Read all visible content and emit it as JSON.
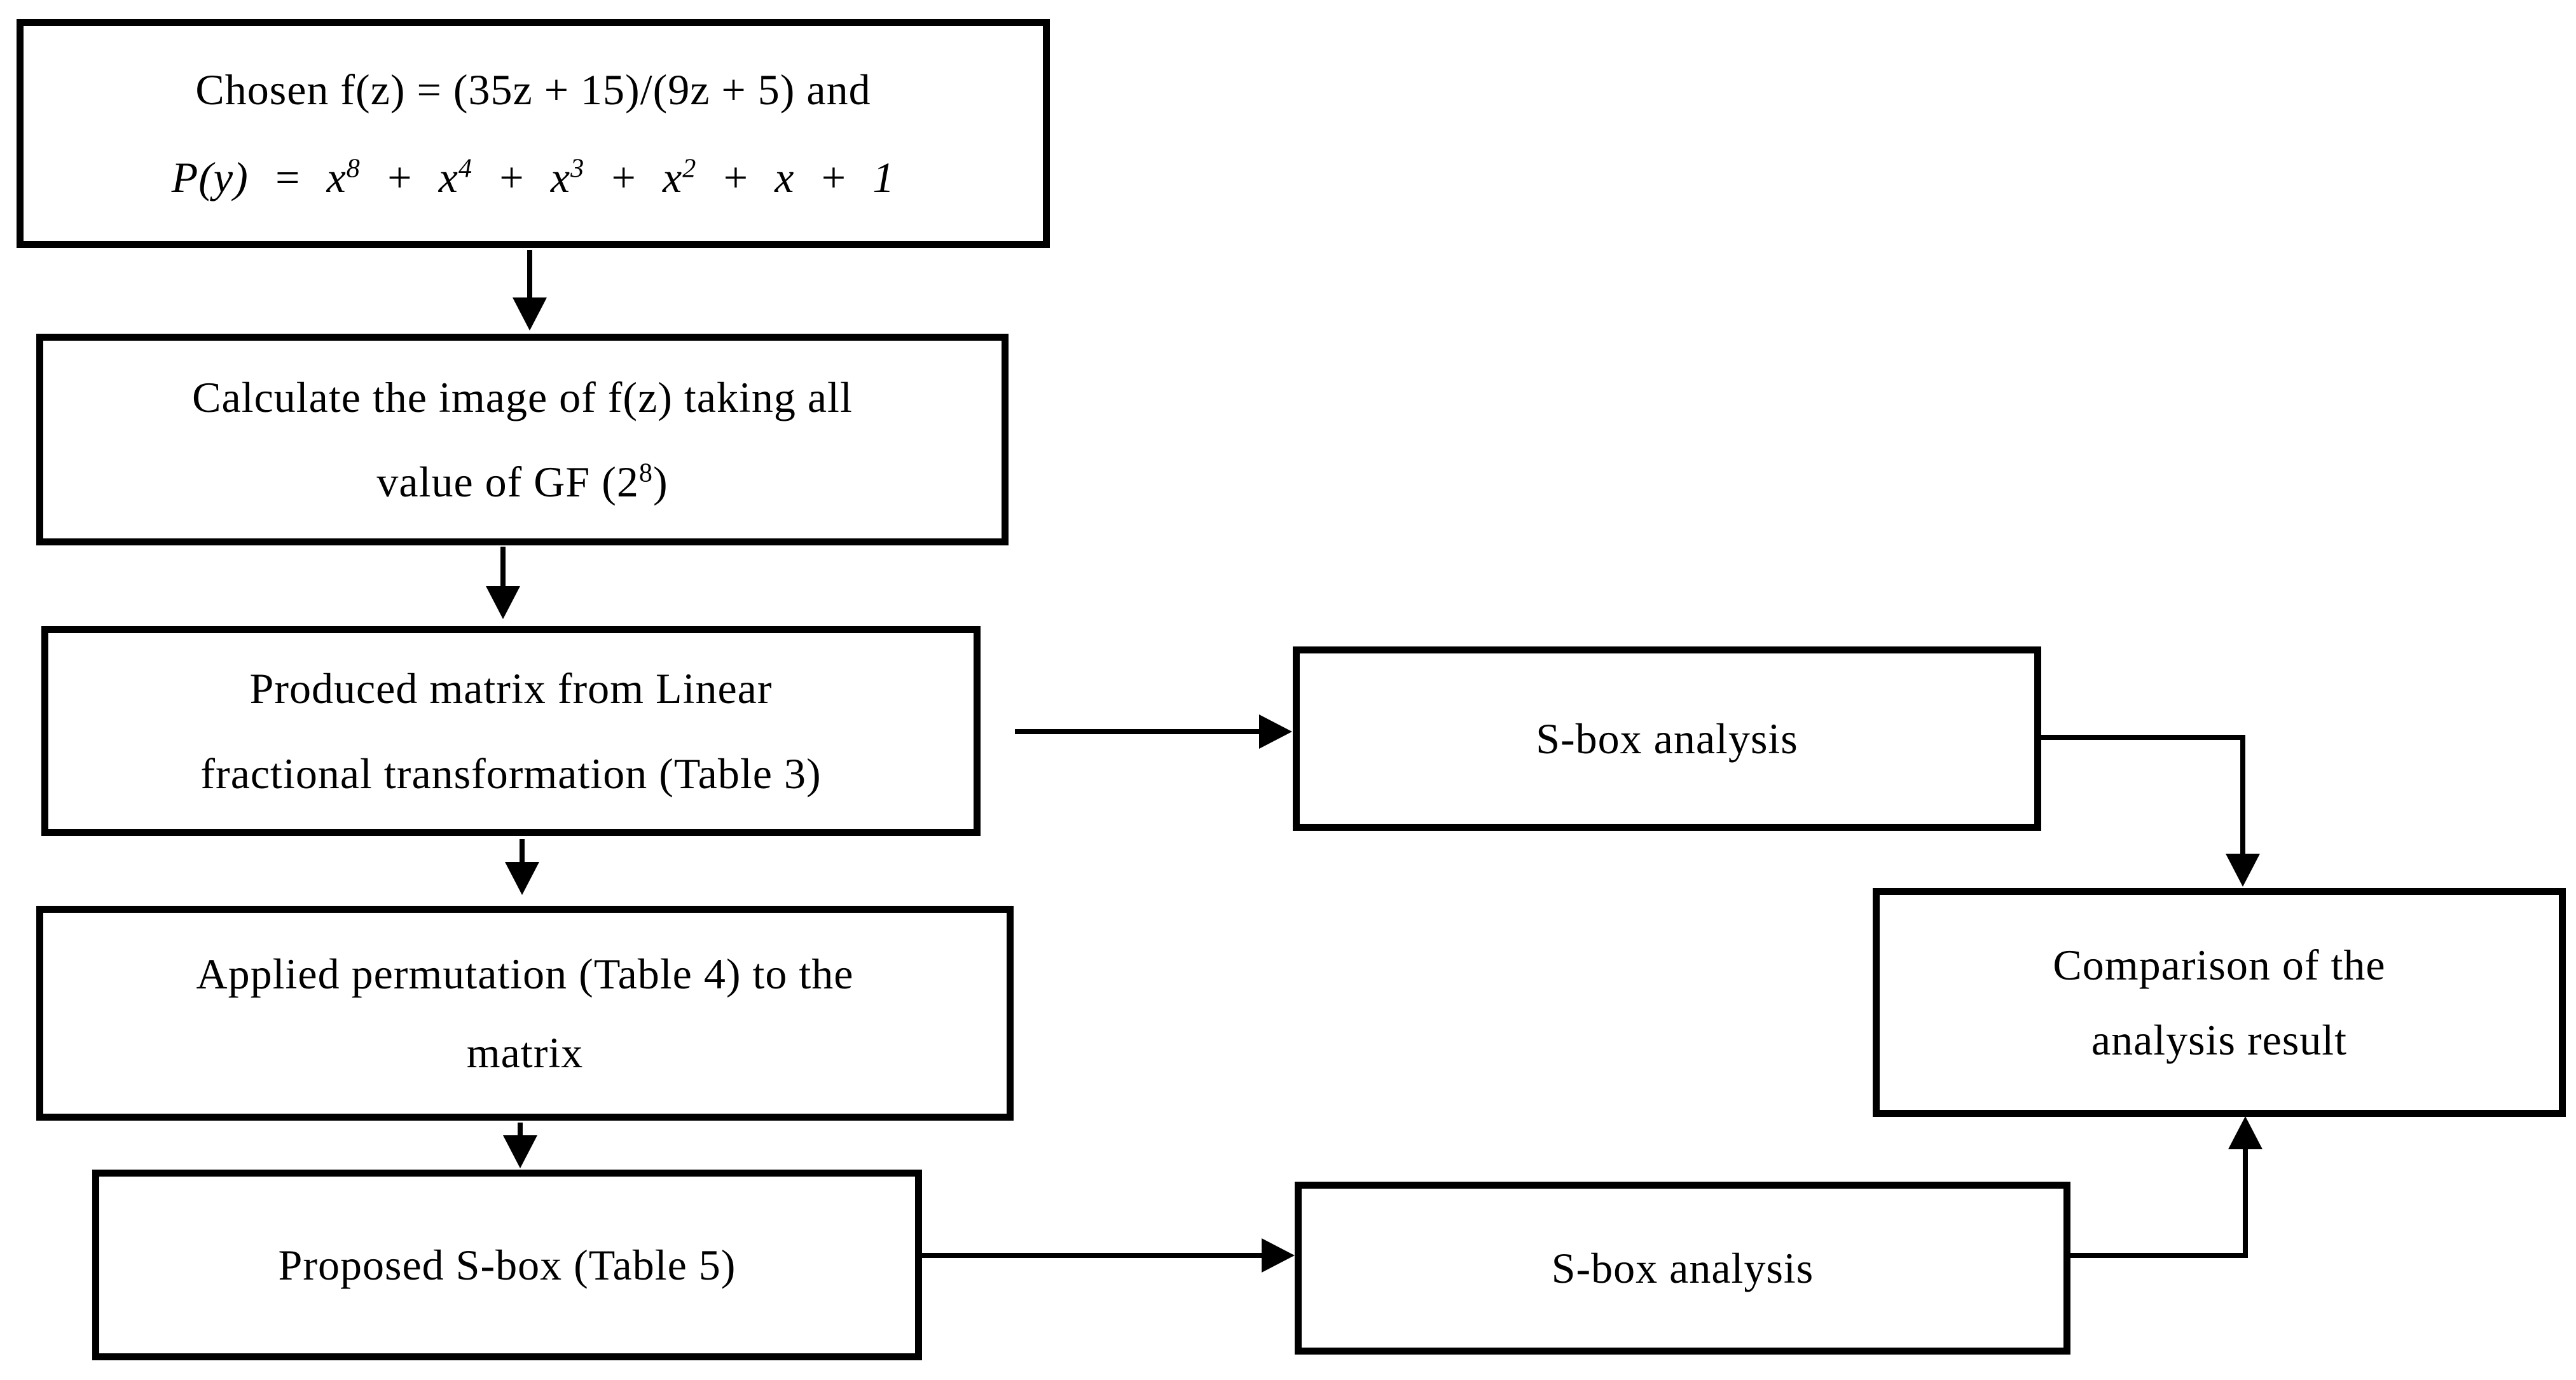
{
  "diagram": {
    "title": "S-box construction and analysis flowchart",
    "colors": {
      "line": "#000000",
      "box_fill": "#ffffff",
      "background": "#ffffff",
      "text": "#000000"
    },
    "nodes": {
      "chosen": {
        "line1": "Chosen f(z) = (35z + 15)/(9z + 5) and",
        "line2_html": "P(y) = x<sup>8</sup> + x<sup>4</sup> + x<sup>3</sup> + x<sup>2</sup> + x + 1"
      },
      "calculate": {
        "line1": "Calculate the image of f(z) taking all",
        "line2_html": "value of GF (2<sup>8</sup>)"
      },
      "produced": {
        "line1": "Produced matrix from Linear",
        "line2": "fractional transformation (Table 3)"
      },
      "applied": {
        "line1": "Applied permutation (Table 4) to the",
        "line2": "matrix"
      },
      "proposed": {
        "label": "Proposed S-box (Table 5)"
      },
      "sbox_analysis_top": {
        "label": "S-box analysis"
      },
      "sbox_analysis_bottom": {
        "label": "S-box analysis"
      },
      "comparison": {
        "line1": "Comparison of the",
        "line2": "analysis result"
      }
    },
    "edges": [
      "chosen -> calculate",
      "calculate -> produced",
      "produced -> applied",
      "applied -> proposed",
      "produced -> sbox_analysis_top",
      "proposed -> sbox_analysis_bottom",
      "sbox_analysis_top -> comparison",
      "sbox_analysis_bottom -> comparison"
    ]
  }
}
